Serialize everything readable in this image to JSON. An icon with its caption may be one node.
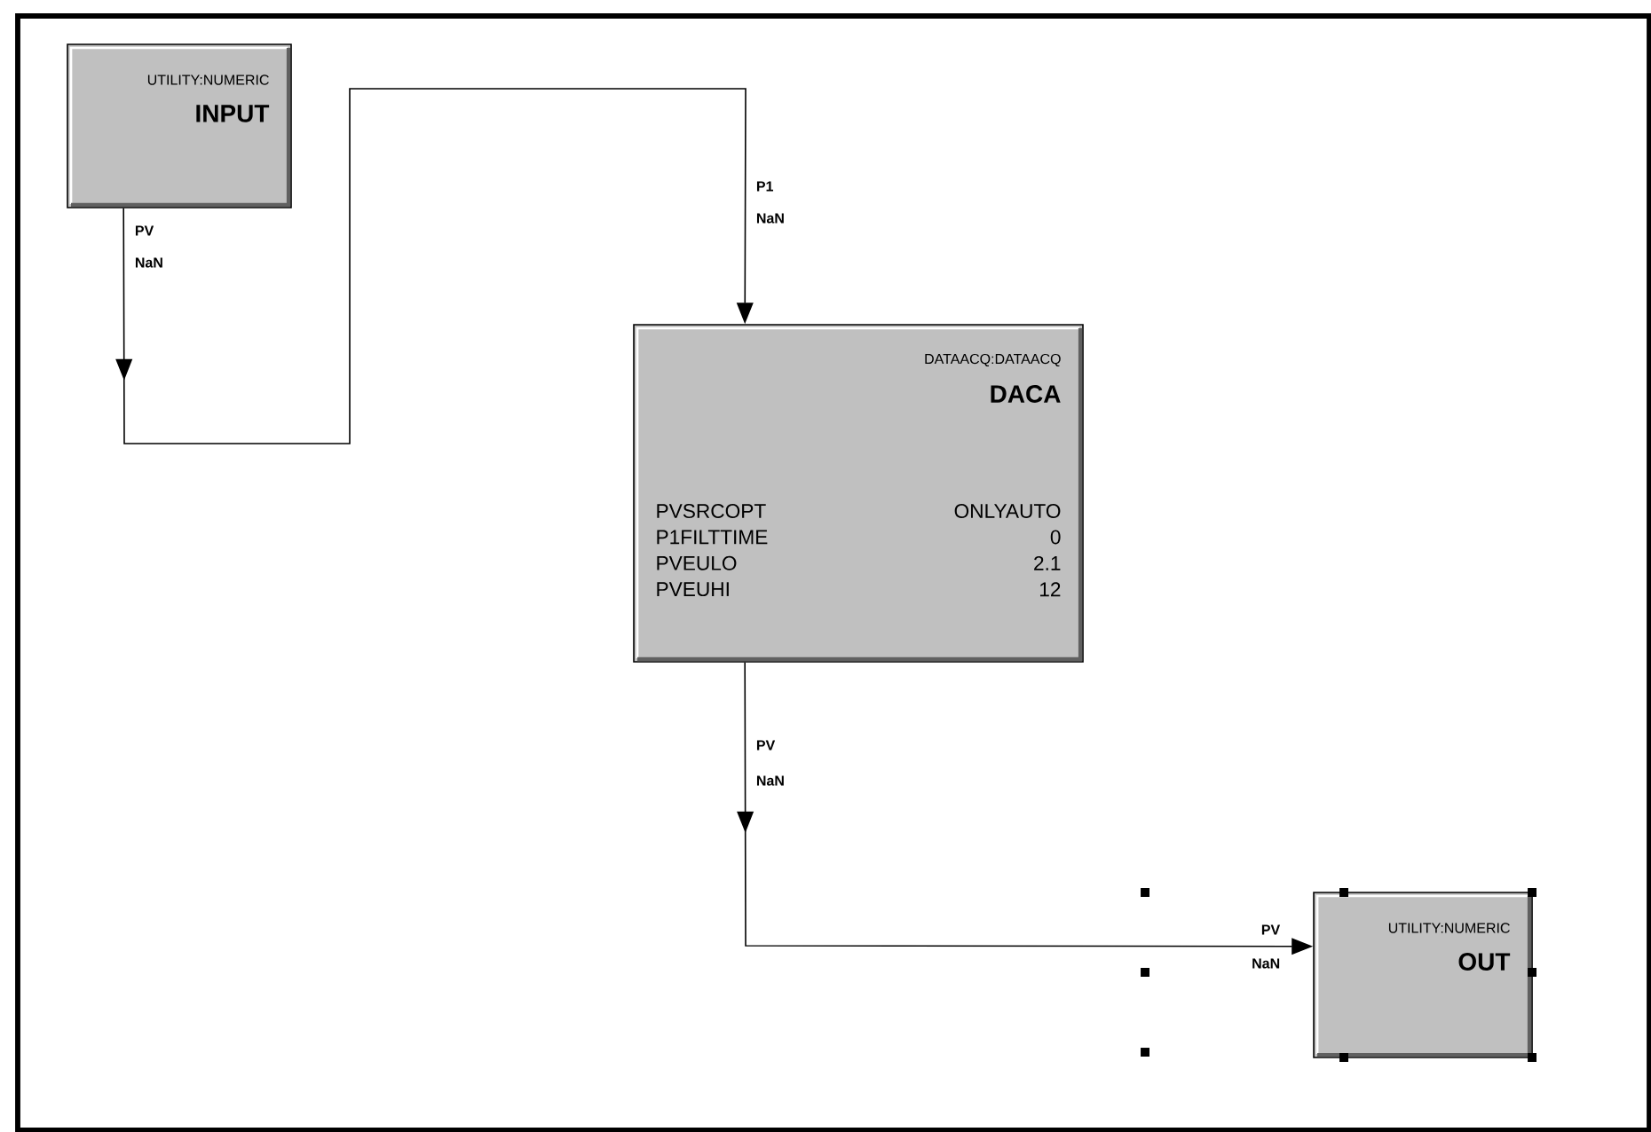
{
  "diagram": {
    "nodes": [
      {
        "text": [
          "UTILITY:NUMERIC",
          "INPUT"
        ]
      },
      {
        "text": [
          "DATAACQ:DATAACQ",
          "DACA",
          "PVSRCOPT",
          "ONLYAUTO",
          "P1FILTTIME",
          "0",
          "PVEULO",
          "2.1",
          "PVEUHI",
          "12"
        ]
      },
      {
        "text": [
          "UTILITY:NUMERIC",
          "OUT"
        ]
      }
    ],
    "edges": [
      {
        "from": 0,
        "to": 1,
        "arrow": "to"
      },
      {
        "from": 1,
        "to": 2,
        "arrow": "to"
      }
    ],
    "labels": [
      "PV",
      "NaN",
      "P1",
      "NaN",
      "PV",
      "NaN",
      "PV",
      "NaN"
    ]
  }
}
